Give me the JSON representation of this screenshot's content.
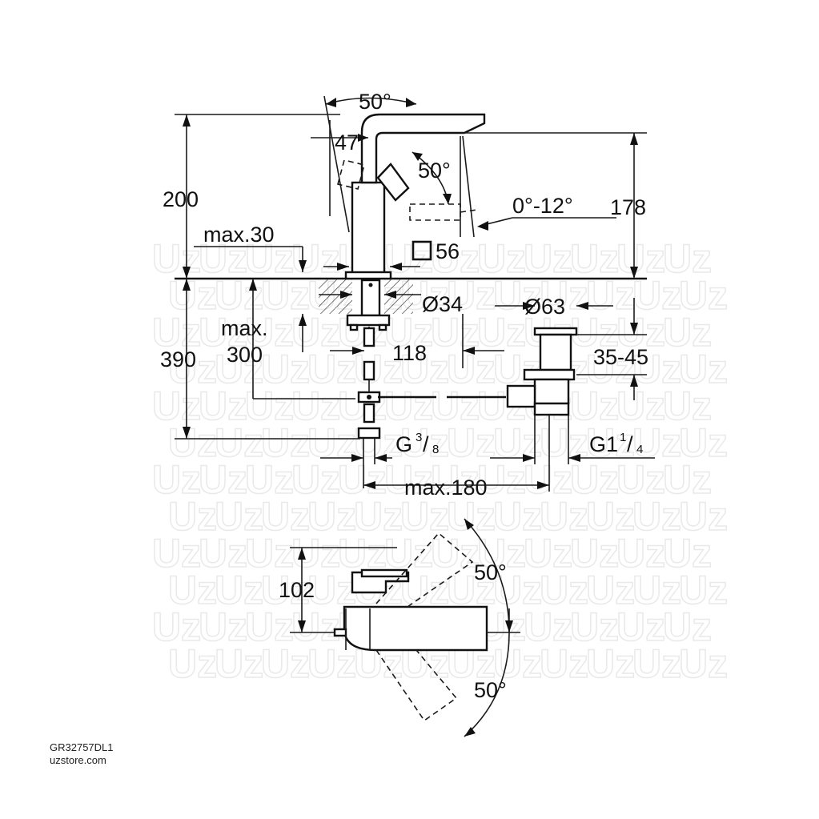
{
  "watermark": "Uz",
  "dimensions": {
    "lever_angle_top": "50°",
    "handle_offset": "47",
    "lever_angle_side": "50°",
    "spout_tilt": "0°-12°",
    "total_height": "200",
    "spout_height": "178",
    "max_deck": "max.30",
    "base_square": "56",
    "hole_diameter": "Ø34",
    "waste_diameter": "Ø63",
    "below_height": "390",
    "max_depth_top": "max.",
    "max_depth_bottom": "300",
    "pipe_distance": "118",
    "waste_height": "35-45",
    "connection_left_base": "G",
    "connection_left_num": "3",
    "connection_left_den": "8",
    "connection_right_base": "G1",
    "connection_right_num": "1",
    "connection_right_den": "4",
    "max_reach": "max.180",
    "plan_height": "102",
    "plan_angle_top": "50°",
    "plan_angle_bottom": "50°"
  },
  "caption": {
    "product_code": "GR32757DL1",
    "site": "uzstore.com"
  }
}
